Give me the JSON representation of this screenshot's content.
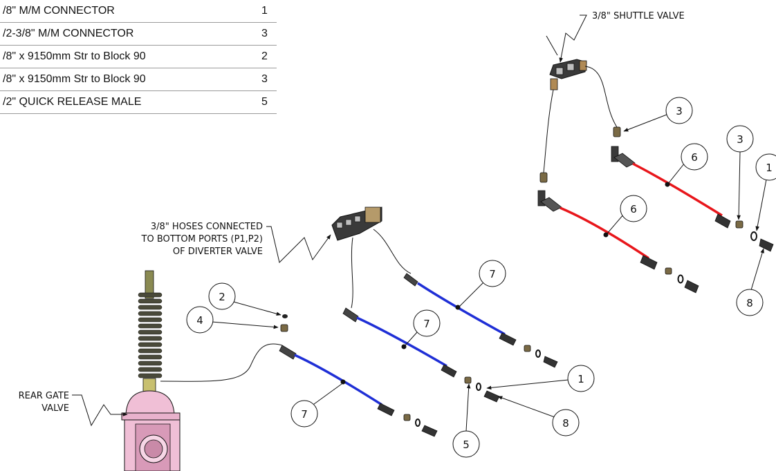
{
  "bom": {
    "rows": [
      {
        "desc": "/8\" M/M CONNECTOR",
        "qty": "1"
      },
      {
        "desc": "/2-3/8\" M/M CONNECTOR",
        "qty": "3"
      },
      {
        "desc": "/8\" x 9150mm Str to Block 90",
        "qty": "2"
      },
      {
        "desc": "/8\" x 9150mm Str to Block 90",
        "qty": "3"
      },
      {
        "desc": "/2\" QUICK RELEASE MALE",
        "qty": "5"
      }
    ]
  },
  "labels": {
    "shuttle_valve": "3/8\" SHUTTLE VALVE",
    "hoses_line1": "3/8\" HOSES CONNECTED",
    "hoses_line2": "TO BOTTOM PORTS (P1,P2)",
    "hoses_line3": "OF DIVERTER VALVE",
    "rear_gate_line1": "REAR GATE",
    "rear_gate_line2": "VALVE"
  },
  "balloons": [
    {
      "id": "b-3-top",
      "num": "3"
    },
    {
      "id": "b-6-upper",
      "num": "6"
    },
    {
      "id": "b-3-right",
      "num": "3"
    },
    {
      "id": "b-1-right",
      "num": "1"
    },
    {
      "id": "b-6-lower",
      "num": "6"
    },
    {
      "id": "b-8-right",
      "num": "8"
    },
    {
      "id": "b-7-mid",
      "num": "7"
    },
    {
      "id": "b-7-center",
      "num": "7"
    },
    {
      "id": "b-2",
      "num": "2"
    },
    {
      "id": "b-4",
      "num": "4"
    },
    {
      "id": "b-1-lower",
      "num": "1"
    },
    {
      "id": "b-8-lower",
      "num": "8"
    },
    {
      "id": "b-7-left",
      "num": "7"
    },
    {
      "id": "b-5",
      "num": "5"
    }
  ],
  "colors": {
    "hose_blue": "#1f2fd6",
    "hose_red": "#e8161b",
    "valve_pink": "#f0bfd6",
    "bellows_olive": "#8a8a52",
    "fitting_dark": "#2b2b2b"
  }
}
